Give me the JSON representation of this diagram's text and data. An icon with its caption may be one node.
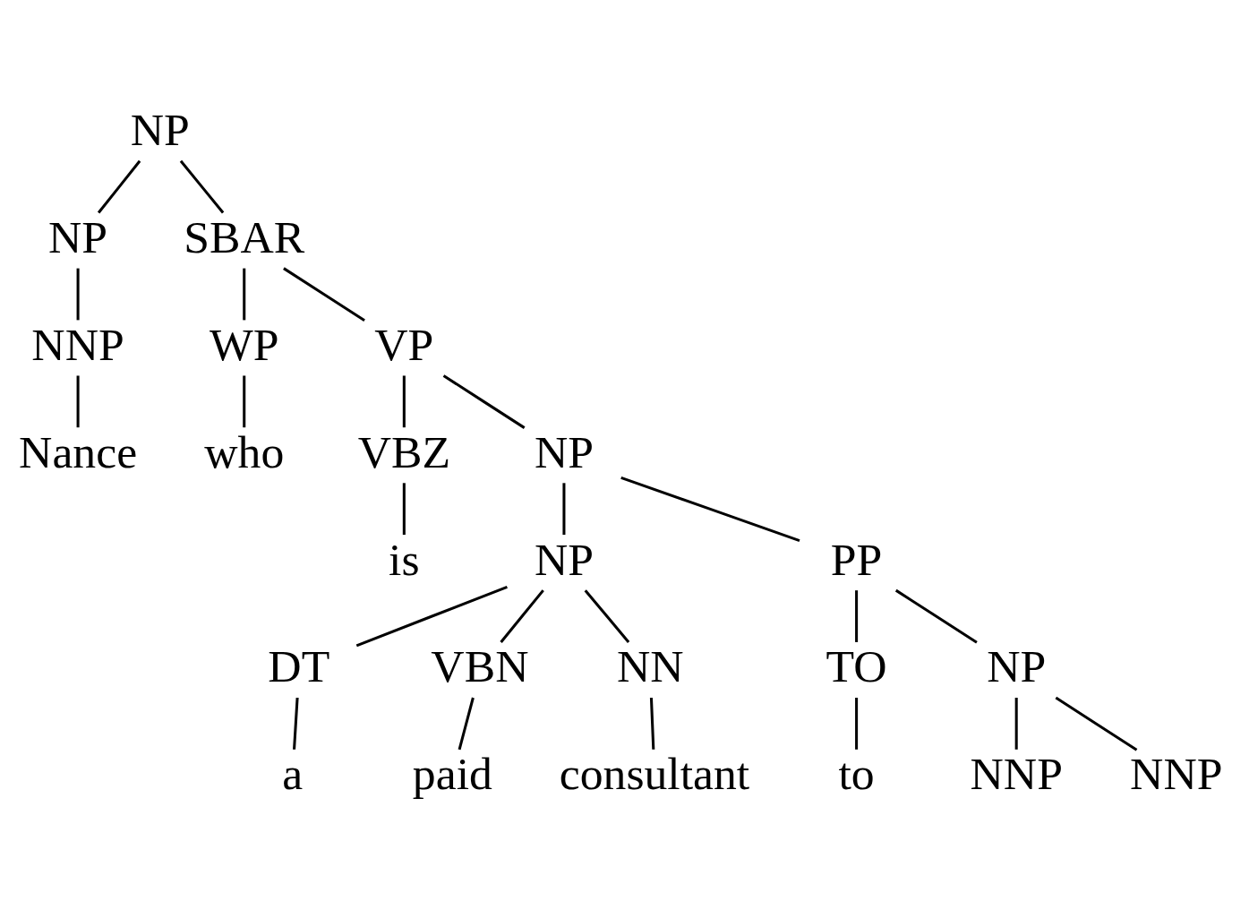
{
  "diagram": {
    "nodes": [
      {
        "text": [
          "NP"
        ]
      },
      {
        "text": [
          "NP"
        ]
      },
      {
        "text": [
          "NNP"
        ]
      },
      {
        "text": [
          "Nance"
        ]
      },
      {
        "text": [
          "SBAR"
        ]
      },
      {
        "text": [
          "WP"
        ]
      },
      {
        "text": [
          "who"
        ]
      },
      {
        "text": [
          "VP"
        ]
      },
      {
        "text": [
          "VBZ"
        ]
      },
      {
        "text": [
          "is"
        ]
      },
      {
        "text": [
          "NP"
        ]
      },
      {
        "text": [
          "NP"
        ]
      },
      {
        "text": [
          "DT"
        ]
      },
      {
        "text": [
          "a"
        ]
      },
      {
        "text": [
          "VBN"
        ]
      },
      {
        "text": [
          "paid"
        ]
      },
      {
        "text": [
          "NN"
        ]
      },
      {
        "text": [
          "consultant"
        ]
      },
      {
        "text": [
          "PP"
        ]
      },
      {
        "text": [
          "TO"
        ]
      },
      {
        "text": [
          "to"
        ]
      },
      {
        "text": [
          "NP"
        ]
      },
      {
        "text": [
          "NNP"
        ]
      },
      {
        "text": [
          "NNP"
        ]
      }
    ],
    "edges": [
      {
        "from": 0,
        "to": 1,
        "arrow": "none"
      },
      {
        "from": 1,
        "to": 2,
        "arrow": "none"
      },
      {
        "from": 2,
        "to": 3,
        "arrow": "none"
      },
      {
        "from": 0,
        "to": 4,
        "arrow": "none"
      },
      {
        "from": 4,
        "to": 5,
        "arrow": "none"
      },
      {
        "from": 5,
        "to": 6,
        "arrow": "none"
      },
      {
        "from": 4,
        "to": 7,
        "arrow": "none"
      },
      {
        "from": 7,
        "to": 8,
        "arrow": "none"
      },
      {
        "from": 8,
        "to": 9,
        "arrow": "none"
      },
      {
        "from": 7,
        "to": 10,
        "arrow": "none"
      },
      {
        "from": 10,
        "to": 11,
        "arrow": "none"
      },
      {
        "from": 11,
        "to": 12,
        "arrow": "none"
      },
      {
        "from": 12,
        "to": 13,
        "arrow": "none"
      },
      {
        "from": 11,
        "to": 14,
        "arrow": "none"
      },
      {
        "from": 14,
        "to": 15,
        "arrow": "none"
      },
      {
        "from": 11,
        "to": 16,
        "arrow": "none"
      },
      {
        "from": 16,
        "to": 17,
        "arrow": "none"
      },
      {
        "from": 10,
        "to": 18,
        "arrow": "none"
      },
      {
        "from": 18,
        "to": 19,
        "arrow": "none"
      },
      {
        "from": 19,
        "to": 20,
        "arrow": "none"
      },
      {
        "from": 18,
        "to": 21,
        "arrow": "none"
      },
      {
        "from": 21,
        "to": 22,
        "arrow": "none"
      },
      {
        "from": 21,
        "to": 23,
        "arrow": "none"
      }
    ]
  }
}
